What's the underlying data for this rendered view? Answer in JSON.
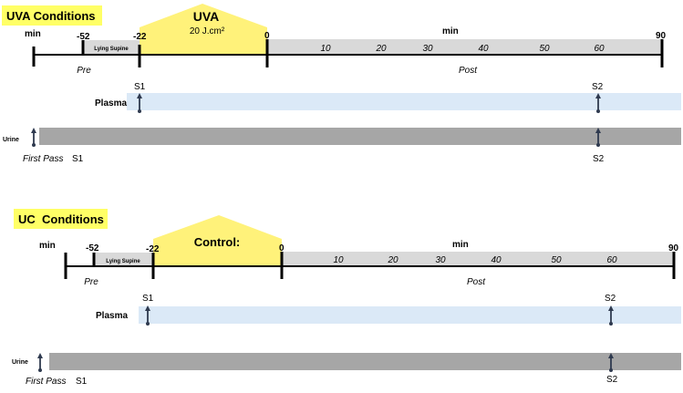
{
  "uva": {
    "title": "UVA Conditions",
    "exposure_label": "UVA",
    "exposure_dose": "20 J.cm²",
    "unit_left": "min",
    "unit_right": "min",
    "marks": [
      "-52",
      "-22",
      "0",
      "90"
    ],
    "post_ticks": [
      "10",
      "20",
      "30",
      "40",
      "50",
      "60"
    ],
    "supine_label": "Lying Supine",
    "pre_label": "Pre",
    "post_label": "Post",
    "plasma_label": "Plasma",
    "urine_label": "Urine",
    "first_pass_label": "First Pass",
    "s1_plasma": "S1",
    "s2_plasma": "S2",
    "s1_urine": "S1",
    "s2_urine": "S2"
  },
  "uc": {
    "title": "UC  Conditions",
    "exposure_label": "Control:",
    "unit_left": "min",
    "unit_right": "min",
    "marks": [
      "-52",
      "-22",
      "0",
      "90"
    ],
    "post_ticks": [
      "10",
      "20",
      "30",
      "40",
      "50",
      "60"
    ],
    "supine_label": "Lying Supine",
    "pre_label": "Pre",
    "post_label": "Post",
    "plasma_label": "Plasma",
    "urine_label": "Urine",
    "first_pass_label": "First Pass",
    "s1_plasma": "S1",
    "s2_plasma": "S2",
    "s1_urine": "S1",
    "s2_urine": "S2"
  },
  "colors": {
    "title_highlight": "#ffff66",
    "exposure_fill": "#fff27a",
    "post_bar": "#d9d9d9",
    "plasma_band": "#dbe9f7",
    "urine_band": "#a6a6a6",
    "arrow": "#2f3a4f"
  }
}
